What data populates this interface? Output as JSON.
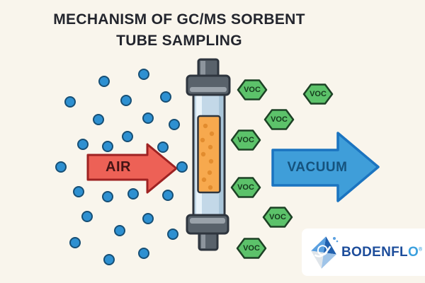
{
  "title": {
    "line1": "MECHANISM OF GC/MS SORBENT",
    "line2": "TUBE SAMPLING"
  },
  "air_flow": {
    "label": "AIR",
    "icon": "arrow-right-icon"
  },
  "vacuum_flow": {
    "label": "VACUUM",
    "icon": "arrow-right-icon"
  },
  "voc_molecules": {
    "label": "VOC",
    "count": 7,
    "icon": "hexagon-icon"
  },
  "air_particles": {
    "count": 25,
    "icon": "circle-icon"
  },
  "logo": {
    "brand_prefix": "BODENFL",
    "brand_suffix": "O",
    "mark": "®",
    "icon": "diamond-kite-icon"
  },
  "colors": {
    "background": "#f9f5ec",
    "title_text": "#23252d",
    "air_arrow_fill": "#ed6156",
    "air_arrow_border": "#9e2222",
    "air_label_text": "#451414",
    "vacuum_arrow_fill": "#3f9ed9",
    "vacuum_arrow_border": "#1b74c0",
    "vacuum_label_text": "#15527d",
    "voc_fill": "#5cc26a",
    "voc_border": "#1d4125",
    "voc_label_text": "#153a1c",
    "particle_fill": "#2e90d1",
    "particle_border": "#174f75",
    "metal_mid": "#59626b",
    "metal_light": "#8d959d",
    "metal_band": "#9aa2aa",
    "outline": "#2e353e",
    "glass_main": "#c3d8e8",
    "glass_highlight": "#e9f3fa",
    "glass_shade": "#a9c5d9",
    "sorbent_fill": "#f7a94e",
    "sorbent_dot": "#e28c2e",
    "logo_bg": "#ffffff",
    "logo_text": "#1d4d9b",
    "logo_accent": "#3ba0de"
  }
}
